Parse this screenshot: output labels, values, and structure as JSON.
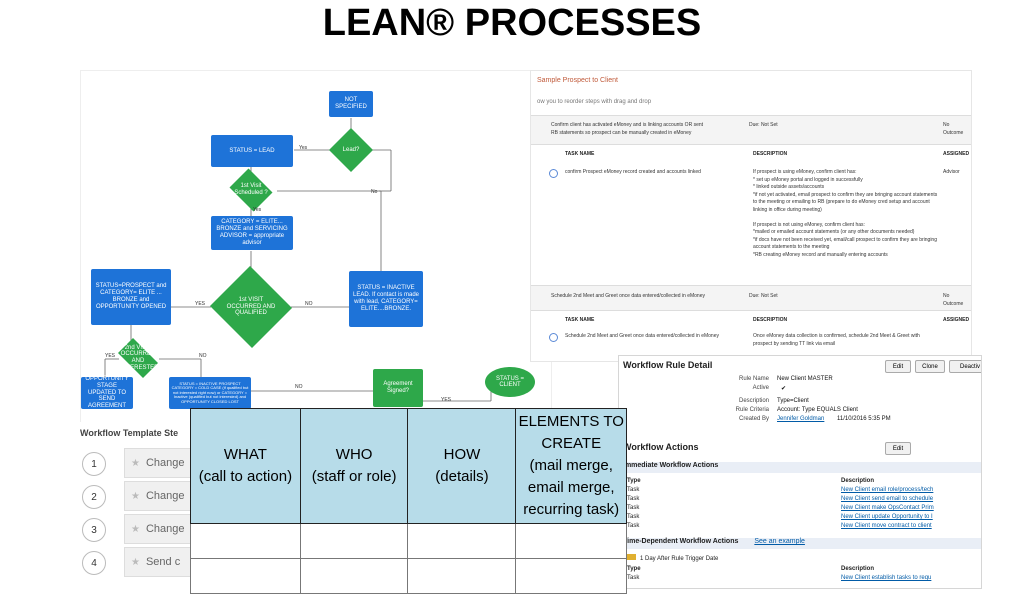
{
  "page": {
    "title": "LEAN® PROCESSES"
  },
  "flowchart": {
    "not_specified": "NOT SPECIFIED",
    "lead_q": "Lead?",
    "status_lead": "STATUS = LEAD",
    "yes1": "Yes",
    "no1": "No",
    "first_visit": "1st Visit Scheduled ?",
    "yes2": "Yes",
    "category": "CATEGORY = ELITE... BRONZE and SERVICING ADVISOR = appropriate advisor",
    "prospect": "STATUS=PROSPECT and CATEGORY= ELITE ... BRONZE and OPPORTUNITY OPENED",
    "visit_q": "1st VISIT OCCURRED AND QUALIFIED",
    "yes3": "YES",
    "no3": "NO",
    "inactive_lead": "STATUS = INACTIVE LEAD. If contact is made with lead, CATEGORY= ELITE....BRONZE.",
    "visit2_q": "2nd VISIT OCCURRED AND INTERESTED",
    "yes4": "YES",
    "no4": "NO",
    "send_agreement": "OPPORTUNITY STAGE UPDATED TO SEND AGREEMENT",
    "inactive_prospect": "STATUS = INACTIVE PROSPECT CATEGORY = COLD CASE (if qualified but not interested right now) or CATEGORY = Inactive (qualified but not interested) and OPPORTUNITY CLOSED LOST",
    "no5": "NO",
    "agreement": "Agreement Signed?",
    "yes5": "YES",
    "client": "STATUS = CLIENT"
  },
  "tasks": {
    "title": "Sample Prospect to Client",
    "hint": "ow you to reorder steps with drag and drop",
    "step1_text": "Confirm client has activated eMoney and is linking accounts OR sent RB statements so prospect can be manually created in eMoney",
    "step1_due": "Due: Not Set",
    "step1_outcome": "No Outcome",
    "col_task": "TASK NAME",
    "col_desc": "DESCRIPTION",
    "col_assigned": "ASSIGNED",
    "task1_name": "confirm Prospect eMoney record created and accounts linked",
    "task1_desc": "If prospect is using eMoney, confirm client has:\n* set up eMoney portal and logged in successfully\n* linked outside assets/accounts\n*if not yet activated, email prospect to confirm they are bringing account statements to the meeting or emailing to RB (prepare to do eMoney cred setup and account linking in office during meeting)\n\nIf prospect is not using eMoney, confirm client has:\n*mailed or emailed account statements (or any other documents needed)\n*if docs have not been received yet, email/call prospect to confirm they are bringing account statements to the meeting\n*RB creating eMoney record and manually entering accounts",
    "task1_assigned": "Advisor",
    "step2_text": "Schedule 2nd Meet and Greet once data entered/collected in eMoney",
    "step2_due": "Due: Not Set",
    "step2_outcome": "No Outcome",
    "col_task2": "TASK NAME",
    "col_desc2": "DESCRIPTION",
    "col_assigned2": "ASSIGNED",
    "task2_name": "Schedule 2nd Meet and Greet once data entered/collected in eMoney",
    "task2_desc": "Once eMoney data collection is confirmed, schedule 2nd Meet & Greet with prospect by sending TT link via email"
  },
  "rule": {
    "title": "Workflow Rule Detail",
    "btn_edit": "Edit",
    "btn_clone": "Clone",
    "btn_deactivate": "Deactiv",
    "lbl_name": "Rule Name",
    "val_name": "New Client MASTER",
    "lbl_active": "Active",
    "val_active": "✔",
    "lbl_desc": "Description",
    "val_desc": "Type=Client",
    "lbl_criteria": "Rule Criteria",
    "val_criteria": "Account: Type EQUALS Client",
    "lbl_created": "Created By",
    "val_created_by": "Jennifer Goldman",
    "val_created_date": "11/10/2016 5:35 PM",
    "actions_title": "Workflow Actions",
    "actions_edit": "Edit",
    "immediate": "Immediate Workflow Actions",
    "col_type": "Type",
    "col_desc": "Description",
    "rows": [
      {
        "type": "Task",
        "desc": "New Client  email role/process/tech"
      },
      {
        "type": "Task",
        "desc": "New Client  send email to schedule"
      },
      {
        "type": "Task",
        "desc": "New Client  make OpsContact Prim"
      },
      {
        "type": "Task",
        "desc": "New Client  update Opportunity to I"
      },
      {
        "type": "Task",
        "desc": "New Client  move contract to client"
      }
    ],
    "time_dep": "Time-Dependent Workflow Actions",
    "see_example": "See an example",
    "trigger": "1 Day After Rule Trigger Date",
    "col_type2": "Type",
    "col_desc2": "Description",
    "row_td_type": "Task",
    "row_td_desc": "New Client  establish tasks to requ"
  },
  "template": {
    "title": "Workflow Template Ste",
    "steps": [
      {
        "num": "1",
        "label": "Change"
      },
      {
        "num": "2",
        "label": "Change"
      },
      {
        "num": "3",
        "label": "Change"
      },
      {
        "num": "4",
        "label": "Send c"
      }
    ]
  },
  "table": {
    "headers": [
      {
        "line1": "WHAT",
        "line2": "(call to action)"
      },
      {
        "line1": "WHO",
        "line2": "(staff or role)"
      },
      {
        "line1": "HOW",
        "line2": "(details)"
      },
      {
        "line1": "ELEMENTS TO CREATE",
        "line2": "(mail merge, email merge, recurring task)"
      }
    ]
  },
  "colors": {
    "flow_blue": "#1e73d8",
    "flow_green": "#2ea84a",
    "table_header": "#b7dce9",
    "link": "#015ba7"
  }
}
